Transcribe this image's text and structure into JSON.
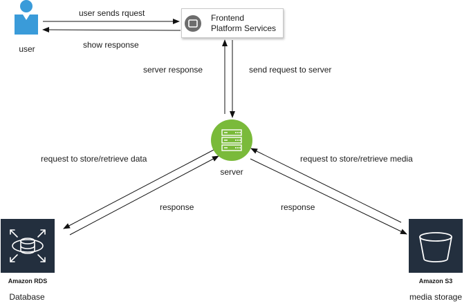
{
  "nodes": {
    "user": {
      "label": "user",
      "icon": "user-icon",
      "color": "#3a9bd9"
    },
    "frontend": {
      "label_line1": "Frontend",
      "label_line2": "Platform Services",
      "icon": "monitor-icon"
    },
    "server": {
      "label": "server",
      "icon": "server-icon",
      "color": "#7aba3a"
    },
    "database": {
      "service_name": "Amazon RDS",
      "label": "Database",
      "icon": "rds-icon",
      "color": "#232f3e"
    },
    "media_storage": {
      "service_name": "Amazon S3",
      "label": "media storage",
      "icon": "s3-bucket-icon",
      "color": "#232f3e"
    }
  },
  "edges": {
    "user_to_frontend": "user sends rquest",
    "frontend_to_user": "show response",
    "server_to_frontend": "server response",
    "frontend_to_server": "send request to server",
    "server_to_db": "request to store/retrieve data",
    "db_to_server": "response",
    "server_to_s3": "request to store/retrieve media",
    "s3_to_server": "response"
  }
}
